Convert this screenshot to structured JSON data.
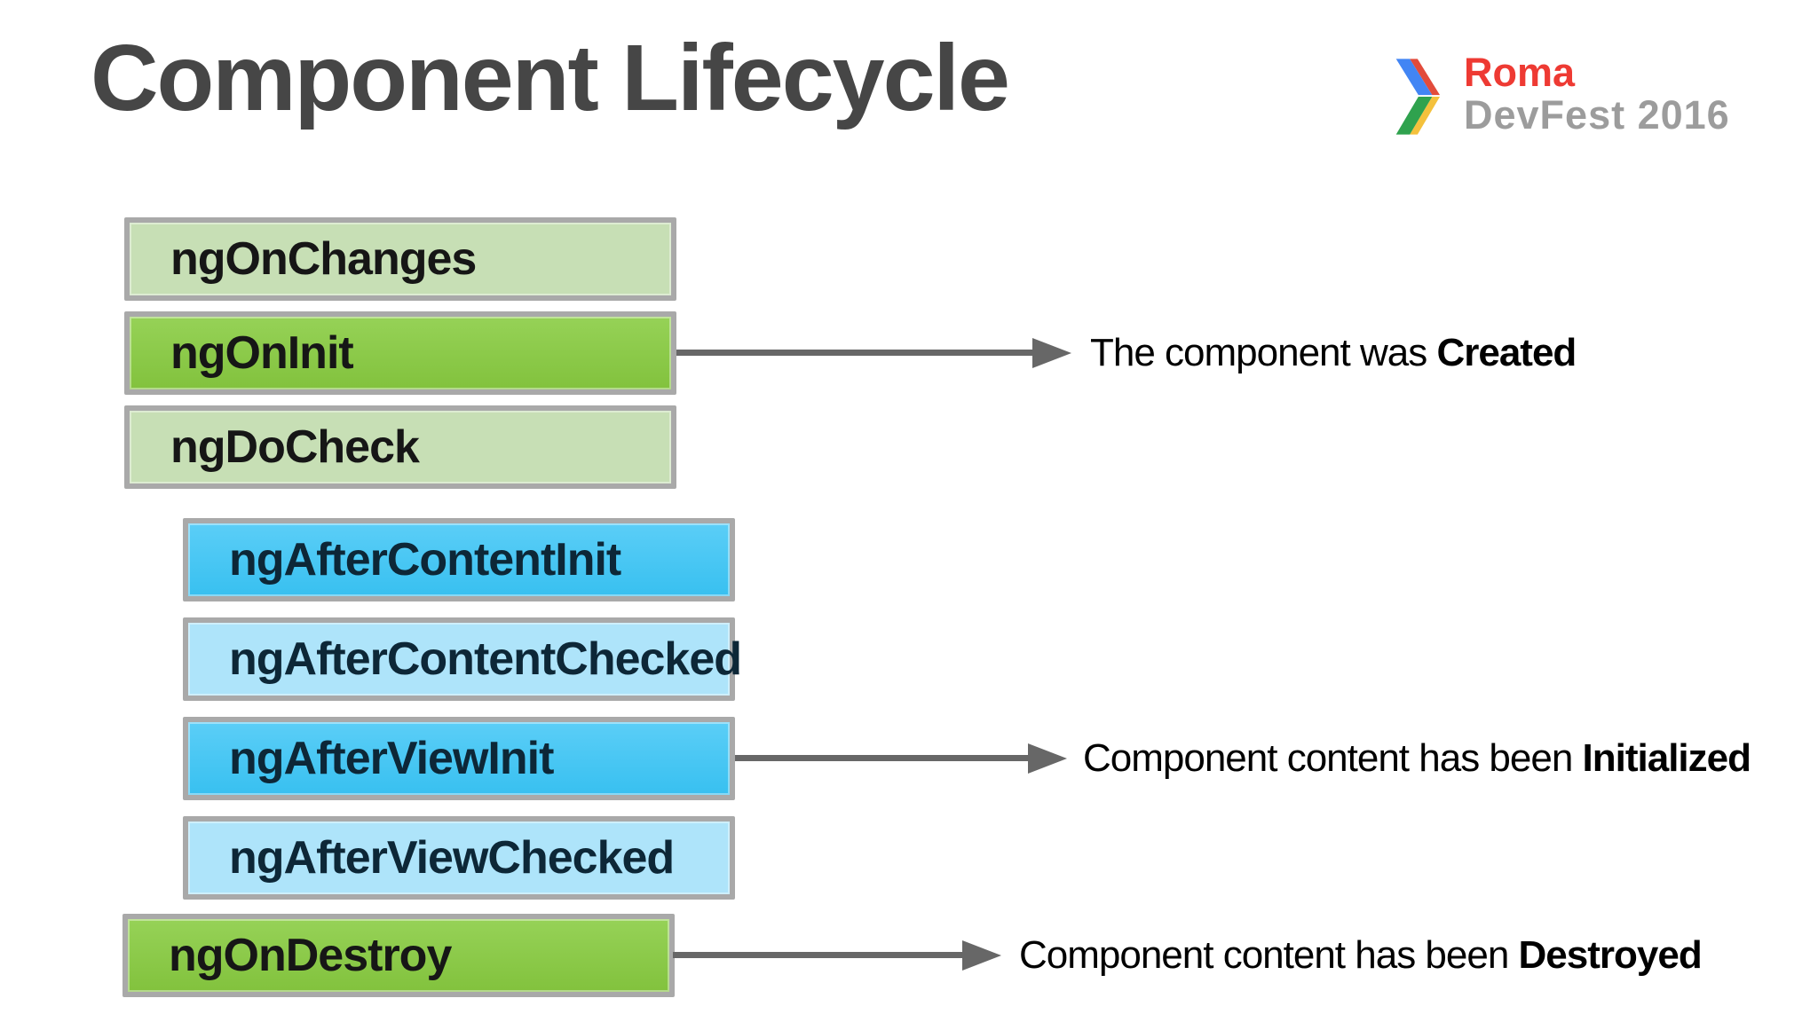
{
  "slide": {
    "title": "Component Lifecycle",
    "background": "#ffffff",
    "title_color": "#464646"
  },
  "logo": {
    "line1": "Roma",
    "line2": "DevFest 2016",
    "line1_color": "#ee3a33",
    "line2_color": "#9c9c9c",
    "chevron_colors": {
      "blue": "#4285f4",
      "red": "#e24b3b",
      "green": "#2fa24e",
      "yellow": "#f4c13c"
    }
  },
  "diagram": {
    "boxes": [
      {
        "label": "ngOnChanges",
        "variant": "green-light",
        "indented": false
      },
      {
        "label": "ngOnInit",
        "variant": "green-bright",
        "indented": false
      },
      {
        "label": "ngDoCheck",
        "variant": "green-light",
        "indented": false
      },
      {
        "label": "ngAfterContentInit",
        "variant": "blue-bright",
        "indented": true
      },
      {
        "label": "ngAfterContentChecked",
        "variant": "blue-light",
        "indented": true
      },
      {
        "label": "ngAfterViewInit",
        "variant": "blue-bright",
        "indented": true
      },
      {
        "label": "ngAfterViewChecked",
        "variant": "blue-light",
        "indented": true
      },
      {
        "label": "ngOnDestroy",
        "variant": "green-bright",
        "indented": false
      }
    ],
    "annotations": [
      {
        "prefix": "The component was ",
        "emphasis": "Created",
        "points_to": "ngOnInit"
      },
      {
        "prefix": "Component content has been ",
        "emphasis": "Initialized",
        "points_to": "ngAfterViewInit"
      },
      {
        "prefix": "Component content has been ",
        "emphasis": "Destroyed",
        "points_to": "ngOnDestroy"
      }
    ],
    "colors": {
      "green_light": "#c7dfb5",
      "green_bright": "#8cc849",
      "blue_bright": "#45c5f2",
      "blue_light": "#aee4fa",
      "box_border": "#a9a9a9",
      "arrow": "#676767"
    }
  }
}
